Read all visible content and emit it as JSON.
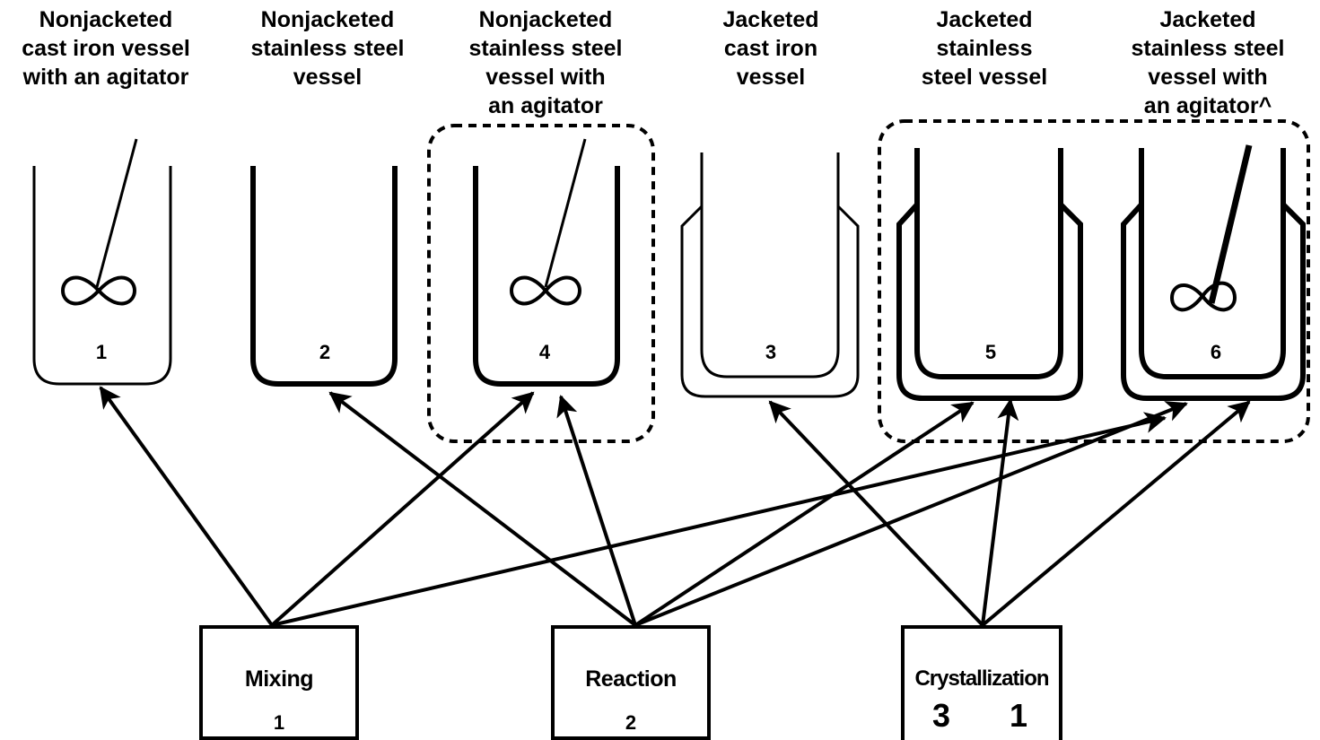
{
  "vessels": [
    {
      "title": "Nonjacketed\ncast iron vessel\nwith an agitator",
      "number": "1"
    },
    {
      "title": "Nonjacketed\nstainless steel\nvessel",
      "number": "2"
    },
    {
      "title": "Nonjacketed\nstainless steel\nvessel with\nan agitator",
      "number": "4"
    },
    {
      "title": "Jacketed\ncast iron\nvessel",
      "number": "3"
    },
    {
      "title": "Jacketed\nstainless\nsteel vessel",
      "number": "5"
    },
    {
      "title": "Jacketed\nstainless steel\nvessel with\nan agitator^",
      "number": "6"
    }
  ],
  "tasks": [
    {
      "name": "Mixing",
      "number": "1"
    },
    {
      "name": "Reaction",
      "number": "2"
    },
    {
      "name": "Crystallization",
      "number": "3 1"
    }
  ]
}
